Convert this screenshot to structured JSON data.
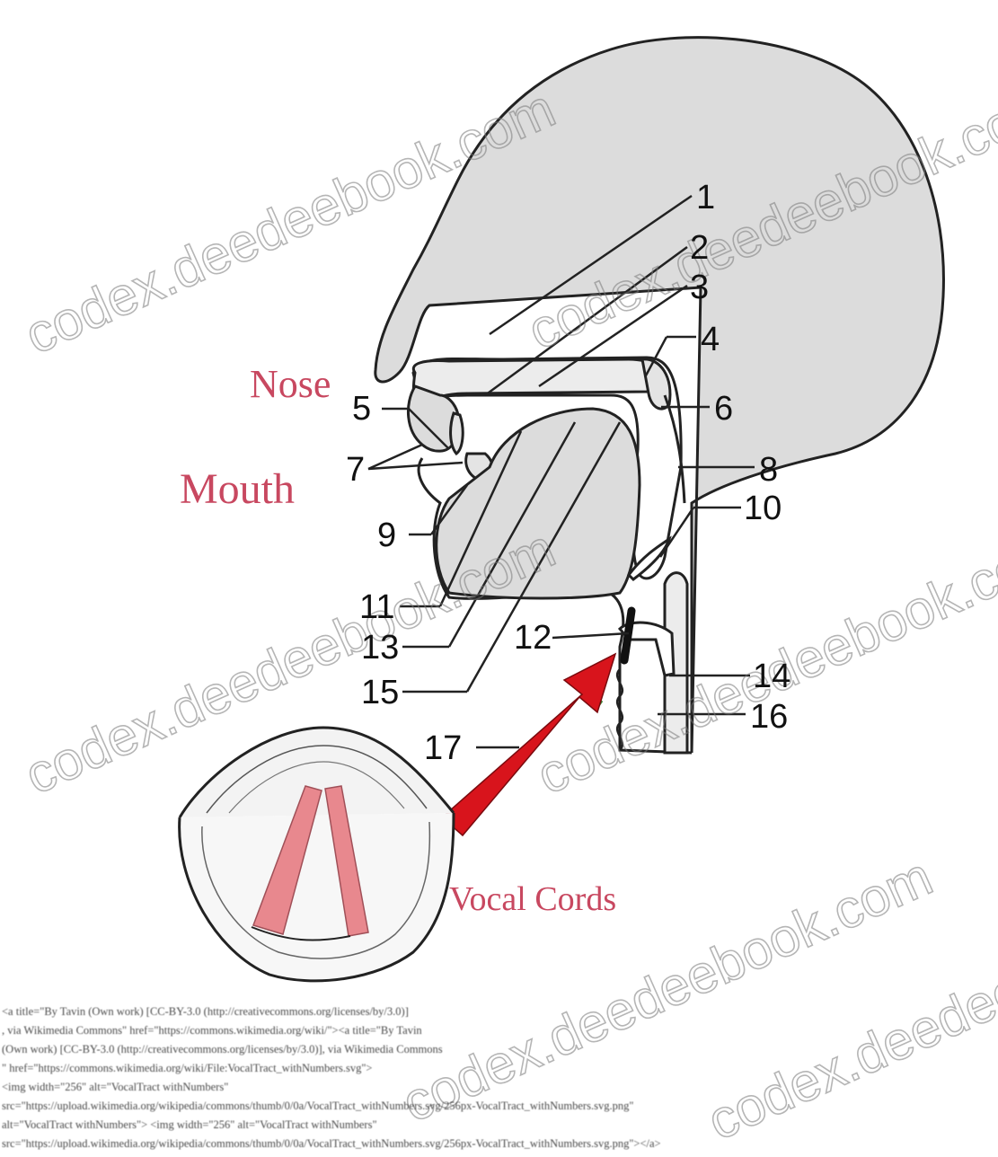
{
  "labels": {
    "l1": "1",
    "l2": "2",
    "l3": "3",
    "l4": "4",
    "l5": "5",
    "l6": "6",
    "l7": "7",
    "l8": "8",
    "l9": "9",
    "l10": "10",
    "l11": "11",
    "l12": "12",
    "l13": "13",
    "l14": "14",
    "l15": "15",
    "l16": "16",
    "l17": "17"
  },
  "regions": {
    "nose": "Nose",
    "mouth": "Mouth",
    "vocal_cords": "Vocal Cords"
  },
  "watermark": "codex.deedeebook.com",
  "credit_lines": [
    "<a title=\"By Tavin (Own work) [CC-BY-3.0 (http://creativecommons.org/licenses/by/3.0)]",
    ", via Wikimedia Commons\" href=\"https://commons.wikimedia.org/wiki/\"><a title=\"By Tavin",
    "(Own work) [CC-BY-3.0 (http://creativecommons.org/licenses/by/3.0)], via Wikimedia Commons",
    "\" href=\"https://commons.wikimedia.org/wiki/File:VocalTract_withNumbers.svg\">",
    "<img width=\"256\" alt=\"VocalTract withNumbers\"",
    "src=\"https://upload.wikimedia.org/wikipedia/commons/thumb/0/0a/VocalTract_withNumbers.svg/256px-VocalTract_withNumbers.svg.png\"",
    "alt=\"VocalTract withNumbers\"> <img width=\"256\" alt=\"VocalTract withNumbers\"",
    "src=\"https://upload.wikimedia.org/wikipedia/commons/thumb/0/0a/VocalTract_withNumbers.svg/256px-VocalTract_withNumbers.svg.png\"></a>"
  ],
  "colors": {
    "head_fill": "#dcdcdc",
    "outline": "#222222",
    "arrow": "#d8141c",
    "label_red": "#c84860",
    "muscle": "#e8888e"
  }
}
